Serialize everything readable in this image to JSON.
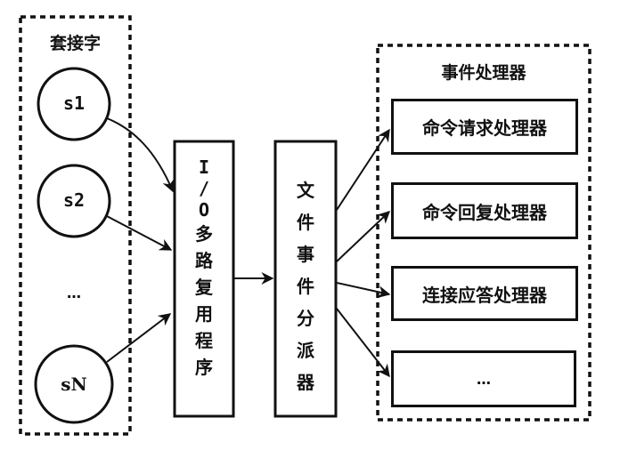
{
  "diagram": {
    "sockets_group": {
      "title": "套接字",
      "sockets": [
        {
          "label": "s1"
        },
        {
          "label": "s2"
        },
        {
          "label": "…"
        },
        {
          "label": "sN"
        }
      ]
    },
    "io_multiplexer": {
      "label_chars": [
        "I",
        "/",
        "O",
        "多",
        "路",
        "复",
        "用",
        "程",
        "序"
      ]
    },
    "file_event_dispatcher": {
      "label_chars": [
        "文",
        "件",
        "事",
        "件",
        "分",
        "派",
        "器"
      ]
    },
    "handlers_group": {
      "title": "事件处理器",
      "handlers": [
        {
          "label": "命令请求处理器"
        },
        {
          "label": "命令回复处理器"
        },
        {
          "label": "连接应答处理器"
        },
        {
          "label": "…"
        }
      ]
    },
    "edges": [
      {
        "from": "s1",
        "to": "I/O多路复用程序"
      },
      {
        "from": "s2",
        "to": "I/O多路复用程序"
      },
      {
        "from": "sN",
        "to": "I/O多路复用程序"
      },
      {
        "from": "I/O多路复用程序",
        "to": "文件事件分派器"
      },
      {
        "from": "文件事件分派器",
        "to": "命令请求处理器"
      },
      {
        "from": "文件事件分派器",
        "to": "命令回复处理器"
      },
      {
        "from": "文件事件分派器",
        "to": "连接应答处理器"
      },
      {
        "from": "文件事件分派器",
        "to": "…"
      }
    ],
    "colors": {
      "stroke": "#111111",
      "background": "#ffffff"
    }
  }
}
